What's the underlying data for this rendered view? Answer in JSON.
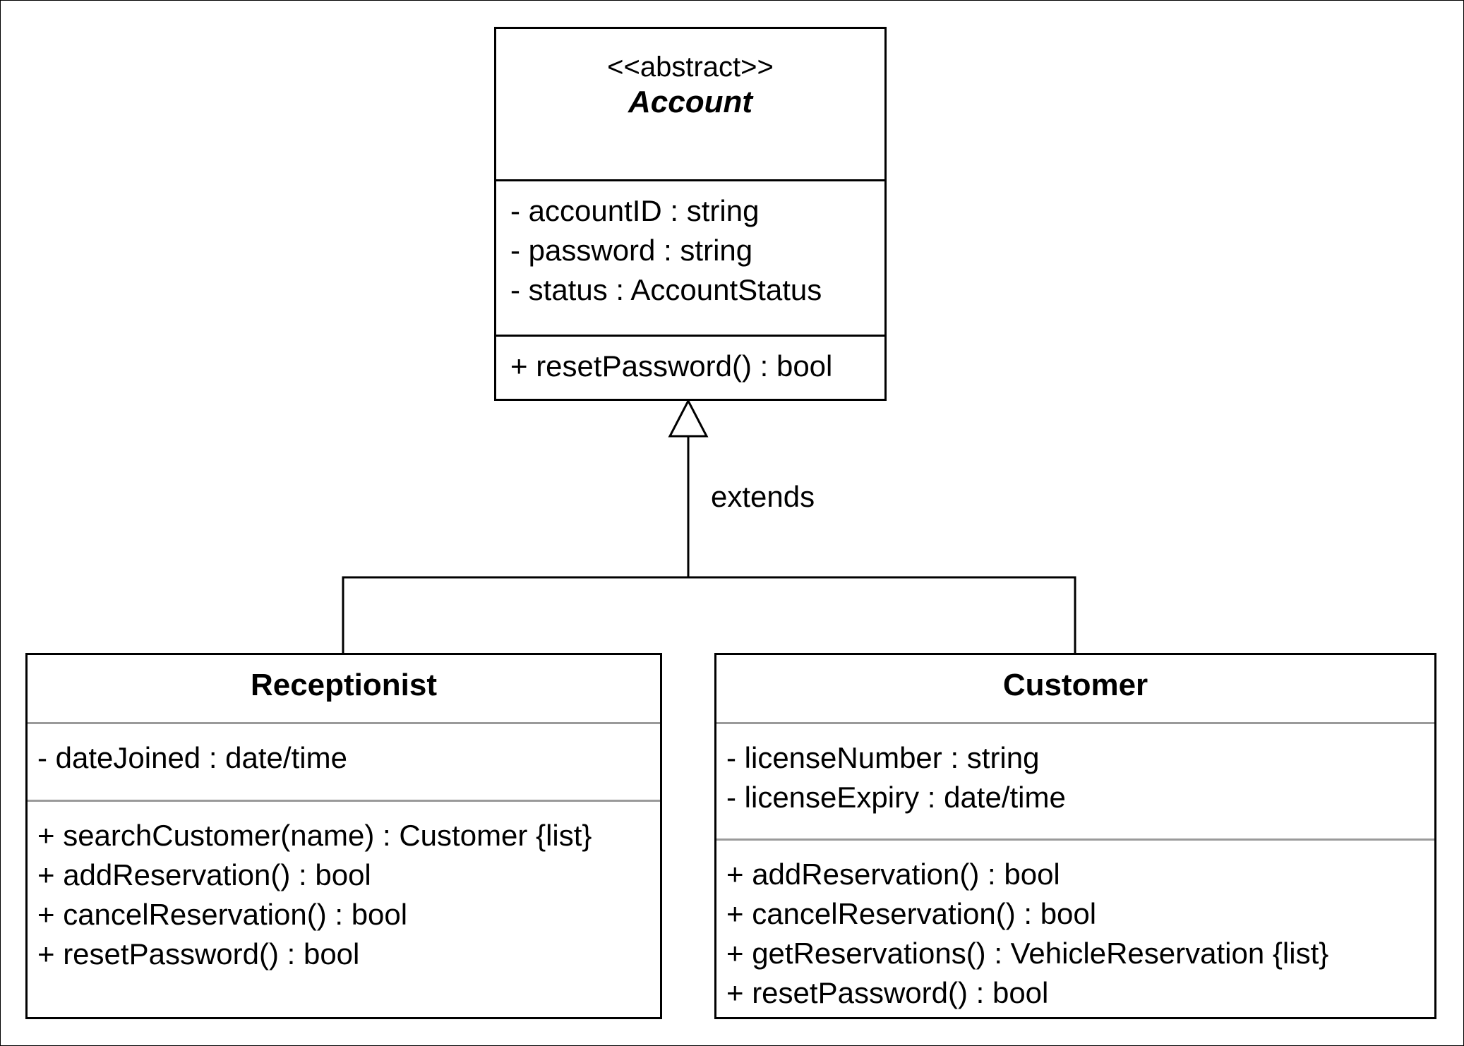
{
  "account": {
    "stereotype": "<<abstract>>",
    "name": "Account",
    "attributes": [
      "- accountID : string",
      "- password : string",
      "- status : AccountStatus"
    ],
    "operations": [
      "+ resetPassword() : bool"
    ]
  },
  "inheritance": {
    "label": "extends"
  },
  "receptionist": {
    "name": "Receptionist",
    "attributes": [
      "- dateJoined : date/time"
    ],
    "operations": [
      "+ searchCustomer(name) : Customer {list}",
      "+ addReservation() : bool",
      "+ cancelReservation() : bool",
      "+ resetPassword() : bool"
    ]
  },
  "customer": {
    "name": "Customer",
    "attributes": [
      "- licenseNumber : string",
      "- licenseExpiry : date/time"
    ],
    "operations": [
      "+ addReservation() : bool",
      "+ cancelReservation() : bool",
      "+ getReservations() : VehicleReservation {list}",
      "+ resetPassword() : bool"
    ]
  }
}
